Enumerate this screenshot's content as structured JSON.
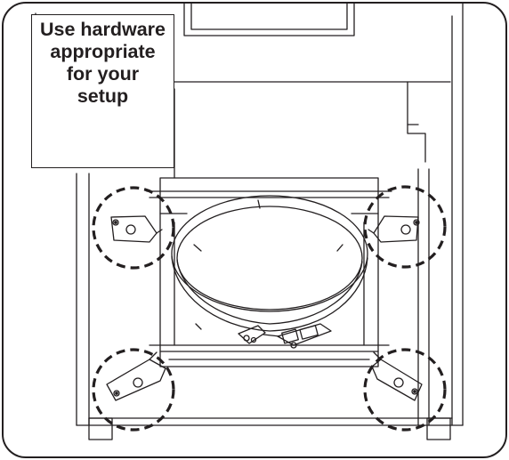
{
  "callout": {
    "lines": [
      "Use hardware",
      "appropriate",
      "for your",
      "setup"
    ]
  },
  "colors": {
    "line": "#231f20",
    "background": "#ffffff"
  },
  "highlight_circles": {
    "count": 4,
    "positions": [
      "top-left",
      "top-right",
      "bottom-left",
      "bottom-right"
    ],
    "style": "dashed"
  },
  "icons": [
    "mounting-bracket-icon",
    "duct-clamp-ring-icon",
    "latch-clamp-icon"
  ]
}
